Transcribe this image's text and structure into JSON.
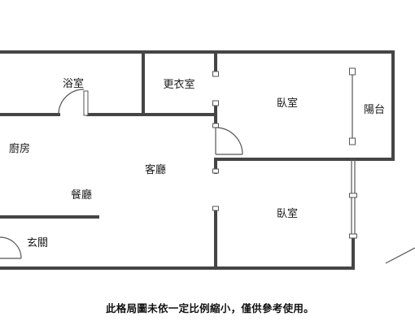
{
  "rooms": {
    "bathroom": "浴室",
    "dressing_room": "更衣室",
    "bedroom_top": "臥室",
    "balcony": "陽台",
    "kitchen": "廚房",
    "living_room": "客廳",
    "dining_room": "餐廳",
    "bedroom_bottom": "臥室",
    "entrance": "玄關"
  },
  "disclaimer": "此格局圖未依一定比例縮小，僅供參考使用。"
}
